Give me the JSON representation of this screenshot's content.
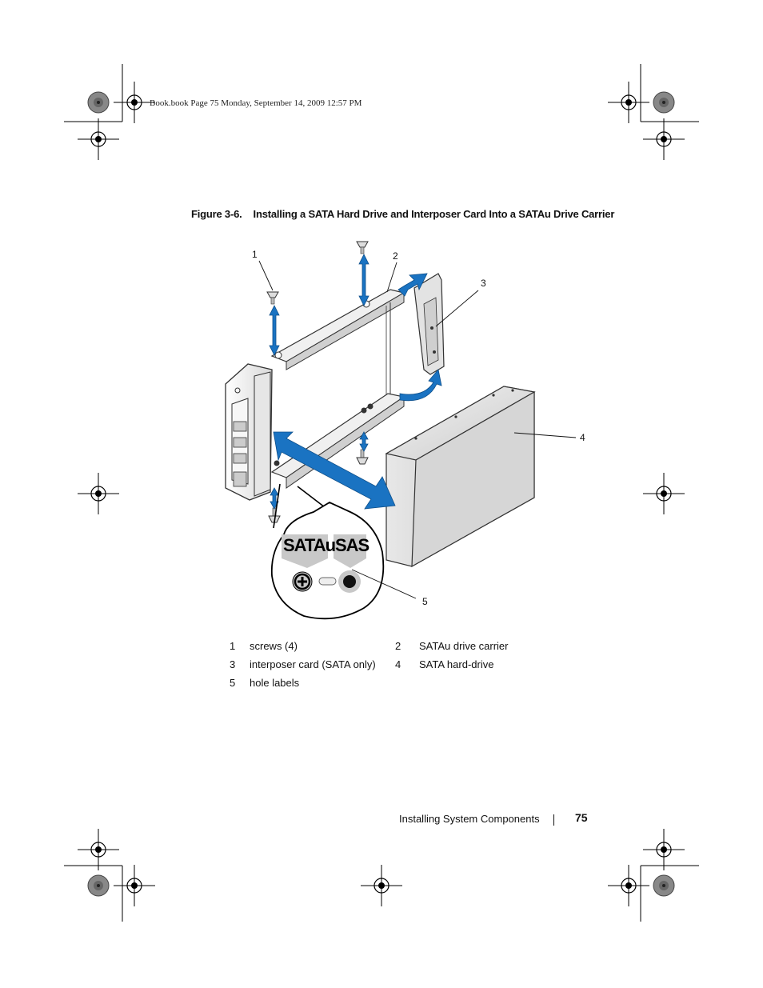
{
  "header_stamp": "Book.book  Page 75  Monday, September 14, 2009  12:57 PM",
  "figure": {
    "number": "Figure 3-6.",
    "title": "Installing a SATA Hard Drive and Interposer Card Into a SATAu Drive Carrier",
    "callouts": [
      "1",
      "2",
      "3",
      "4",
      "5"
    ],
    "inset_labels": {
      "satau": "SATAu",
      "sas": "SAS"
    },
    "accent_color": "#1a73c2"
  },
  "legend": [
    {
      "num": "1",
      "text": "screws (4)"
    },
    {
      "num": "2",
      "text": "SATAu drive carrier"
    },
    {
      "num": "3",
      "text": "interposer card (SATA only)"
    },
    {
      "num": "4",
      "text": "SATA hard-drive"
    },
    {
      "num": "5",
      "text": "hole labels"
    }
  ],
  "footer": {
    "section": "Installing System Components",
    "page_number": "75"
  }
}
